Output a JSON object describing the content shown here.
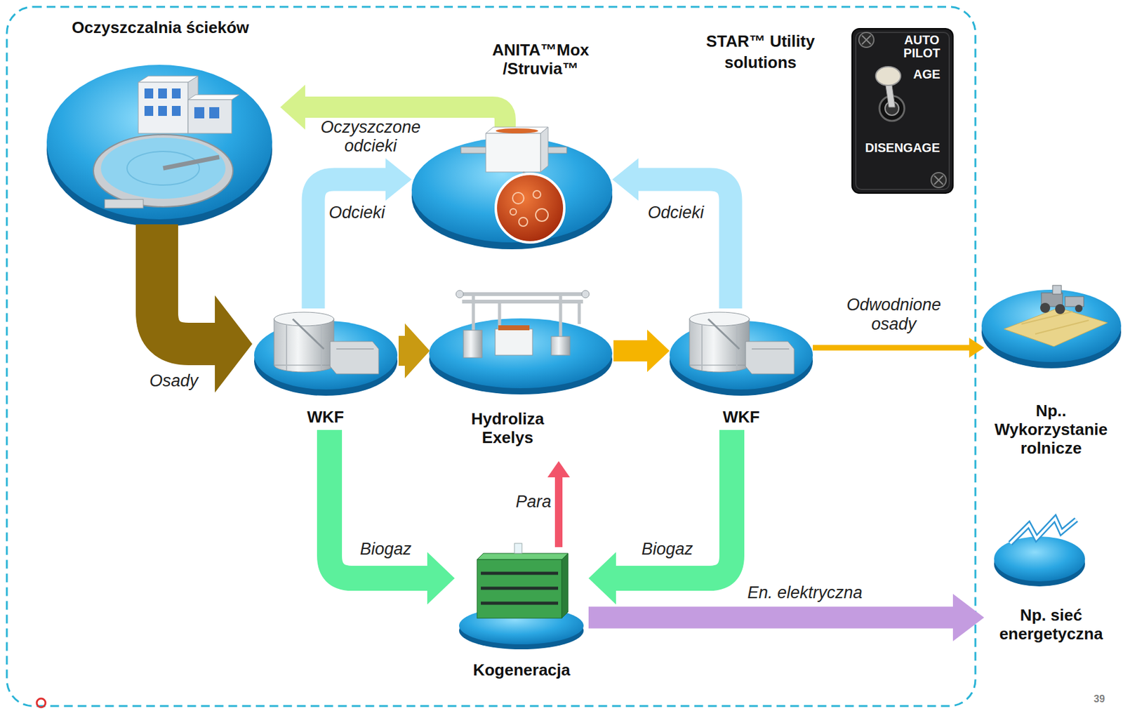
{
  "diagram": {
    "nodes": [
      {
        "text": [
          "Oczyszczalnia ścieków"
        ]
      },
      {
        "text": [
          "ANITA™Mox /Struvia™"
        ]
      },
      {
        "text": [
          "AUTO PILOT",
          "AGE",
          "DISENGAGE"
        ]
      },
      {
        "text": [
          "WKF"
        ]
      },
      {
        "text": [
          "Hydroliza Exelys"
        ]
      },
      {
        "text": [
          "WKF"
        ]
      },
      {
        "text": [
          "Np.. Wykorzystanie rolnicze"
        ]
      },
      {
        "text": [
          "Np. sieć energetyczna"
        ]
      },
      {
        "text": [
          "Kogeneracja"
        ]
      }
    ],
    "edges": [
      {
        "from": 0,
        "to": 3,
        "label": "Osady",
        "arrow": "to"
      },
      {
        "from": 1,
        "to": 0,
        "label": "Oczyszczone odcieki",
        "arrow": "to"
      },
      {
        "from": 3,
        "to": 1,
        "label": "Odcieki",
        "arrow": "to"
      },
      {
        "from": 5,
        "to": 1,
        "label": "Odcieki",
        "arrow": "to"
      },
      {
        "from": 3,
        "to": 4,
        "arrow": "to"
      },
      {
        "from": 4,
        "to": 5,
        "arrow": "to"
      },
      {
        "from": 5,
        "to": 6,
        "label": "Odwodnione osady",
        "arrow": "to"
      },
      {
        "from": 3,
        "to": 8,
        "label": "Biogaz",
        "arrow": "to"
      },
      {
        "from": 5,
        "to": 8,
        "label": "Biogaz",
        "arrow": "to"
      },
      {
        "from": 8,
        "to": 4,
        "label": "Para",
        "arrow": "to"
      },
      {
        "from": 8,
        "to": 7,
        "label": "En. elektryczna",
        "arrow": "to"
      }
    ],
    "labels": [
      "STAR™ Utility solutions",
      "39"
    ]
  }
}
